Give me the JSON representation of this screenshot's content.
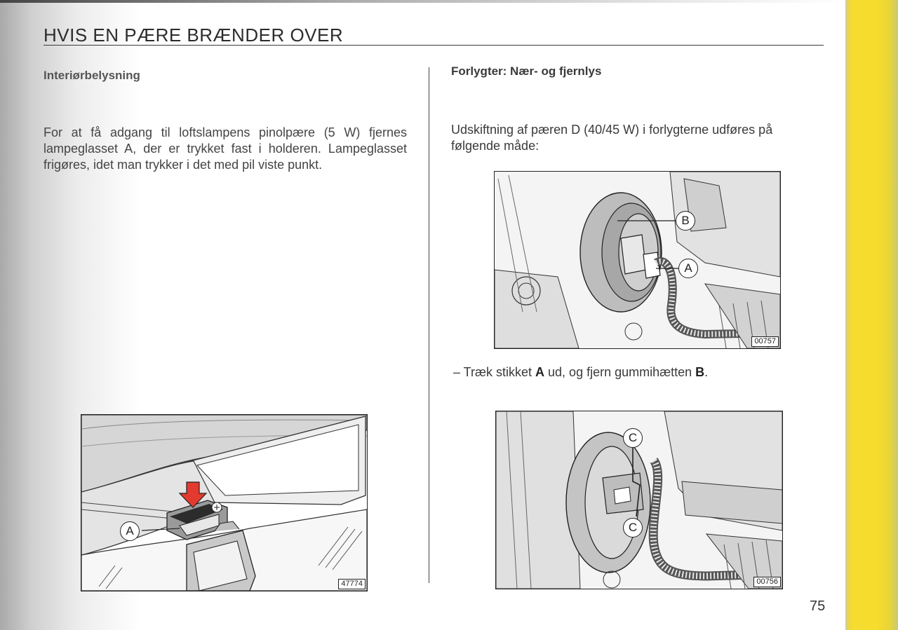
{
  "header": {
    "title": "HVIS EN PÆRE BRÆNDER OVER"
  },
  "left": {
    "heading": "Interiørbelysning",
    "paragraph": "For at få adgang til loftslampens pinolpære (5 W) fjernes lampeglasset A, der er trykket fast i holderen. Lampeglasset frigøres, idet man trykker i det med pil viste punkt.",
    "figure": {
      "code": "47774",
      "callout": "A"
    }
  },
  "right": {
    "heading": "Forlygter: Nær- og fjernlys",
    "paragraph": "Udskiftning af pæren D (40/45 W) i forlygterne udføres på følgende måde:",
    "figure1": {
      "code": "00757",
      "callout_b": "B",
      "callout_a": "A"
    },
    "instruction": {
      "prefix": "– Træk stikket ",
      "a": "A",
      "middle": " ud, og fjern gummihætten ",
      "b": "B",
      "suffix": "."
    },
    "figure2": {
      "code": "00756",
      "callout_c1": "C",
      "callout_c2": "C"
    }
  },
  "footer": {
    "page_number": "75"
  },
  "colors": {
    "arrow": "#e23a2e",
    "tab": "#f5dc2e"
  }
}
